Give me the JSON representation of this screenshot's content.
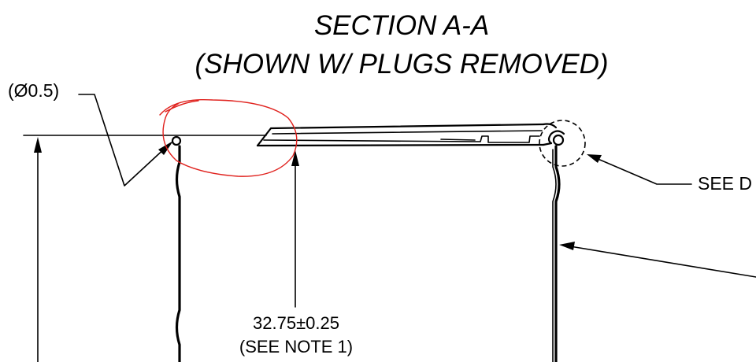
{
  "title": {
    "line1": "SECTION A-A",
    "line2": "(SHOWN W/ PLUGS REMOVED)"
  },
  "labels": {
    "diameter_callout": "(Ø0.5)",
    "dimension_value": "32.75±0.25",
    "dimension_note": "(SEE NOTE 1)",
    "detail_callout": "SEE D"
  },
  "colors": {
    "ink": "#000000",
    "markup": "#e0221e",
    "background": "#ffffff"
  }
}
